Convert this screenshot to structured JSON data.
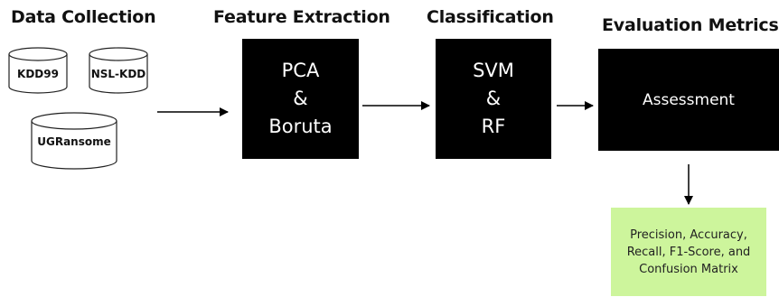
{
  "headings": {
    "data_collection": "Data Collection",
    "feature_extraction": "Feature Extraction",
    "classification": "Classification",
    "evaluation": "Evaluation Metrics"
  },
  "datasets": {
    "kdd99": "KDD99",
    "nslkdd": "NSL-KDD",
    "ugransome": "UGRansome"
  },
  "feature_box": {
    "line1": "PCA",
    "line2": "&",
    "line3": "Boruta"
  },
  "classification_box": {
    "line1": "SVM",
    "line2": "&",
    "line3": "RF"
  },
  "evaluation_box": {
    "label": "Assessment"
  },
  "metrics_box": {
    "line1": "Precision, Accuracy,",
    "line2": "Recall, F1-Score, and",
    "line3": "Confusion Matrix"
  },
  "colors": {
    "box_fill": "#000000",
    "box_text": "#ffffff",
    "metrics_fill": "#cdf59c"
  }
}
